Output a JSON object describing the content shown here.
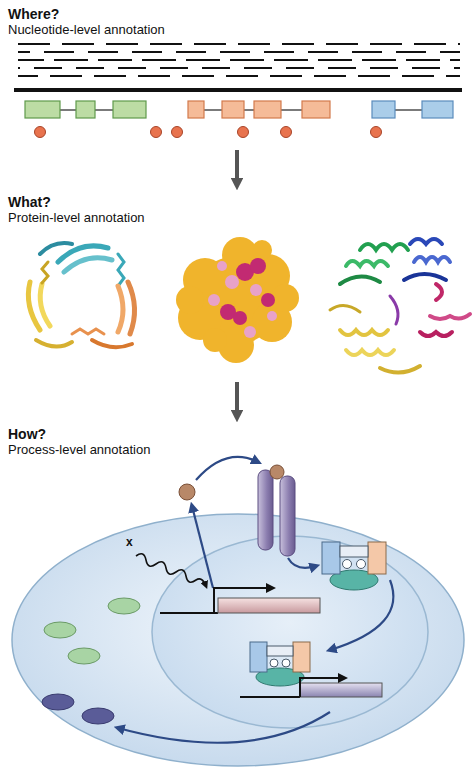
{
  "diagram": {
    "labels": [
      "Where?",
      "Nucleotide-level annotation",
      "What?",
      "Protein-level annotation",
      "How?",
      "Process-level annotation",
      "x"
    ]
  }
}
